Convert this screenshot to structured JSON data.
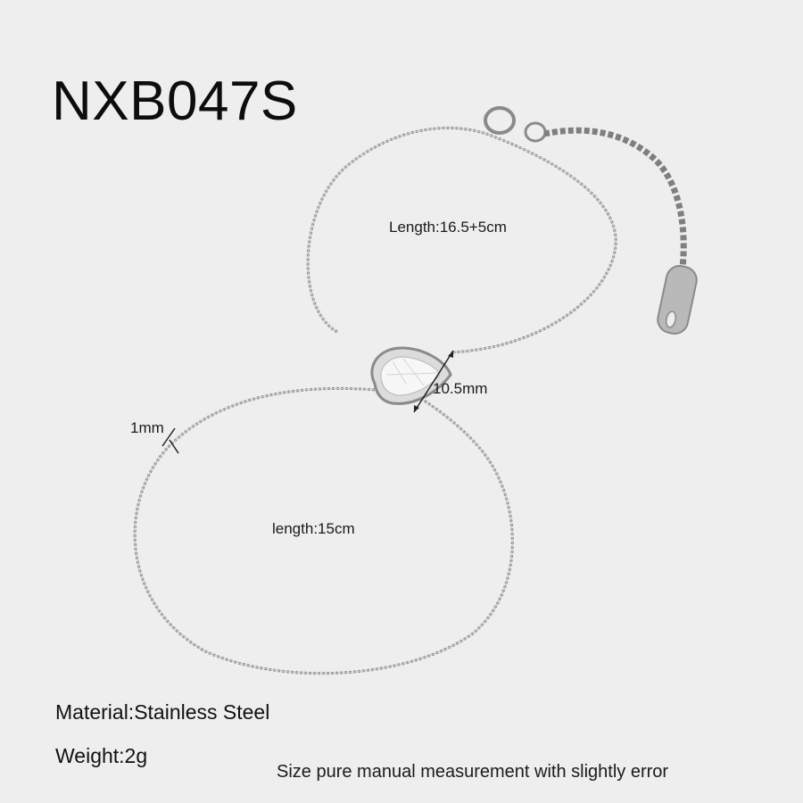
{
  "product": {
    "sku": "NXB047S",
    "material": "Material:Stainless Steel",
    "weight": "Weight:2g",
    "note": "Size pure manual measurement with slightly error"
  },
  "dimensions": {
    "upper_length": "Length:16.5+5cm",
    "lower_length": "length:15cm",
    "chain_thickness": "1mm",
    "pendant_size": "10.5mm"
  },
  "colors": {
    "background": "#eeeeee",
    "chain": "#9a9a9a",
    "chain_dark": "#6f6f6f",
    "stone": "#f7f7f7"
  }
}
